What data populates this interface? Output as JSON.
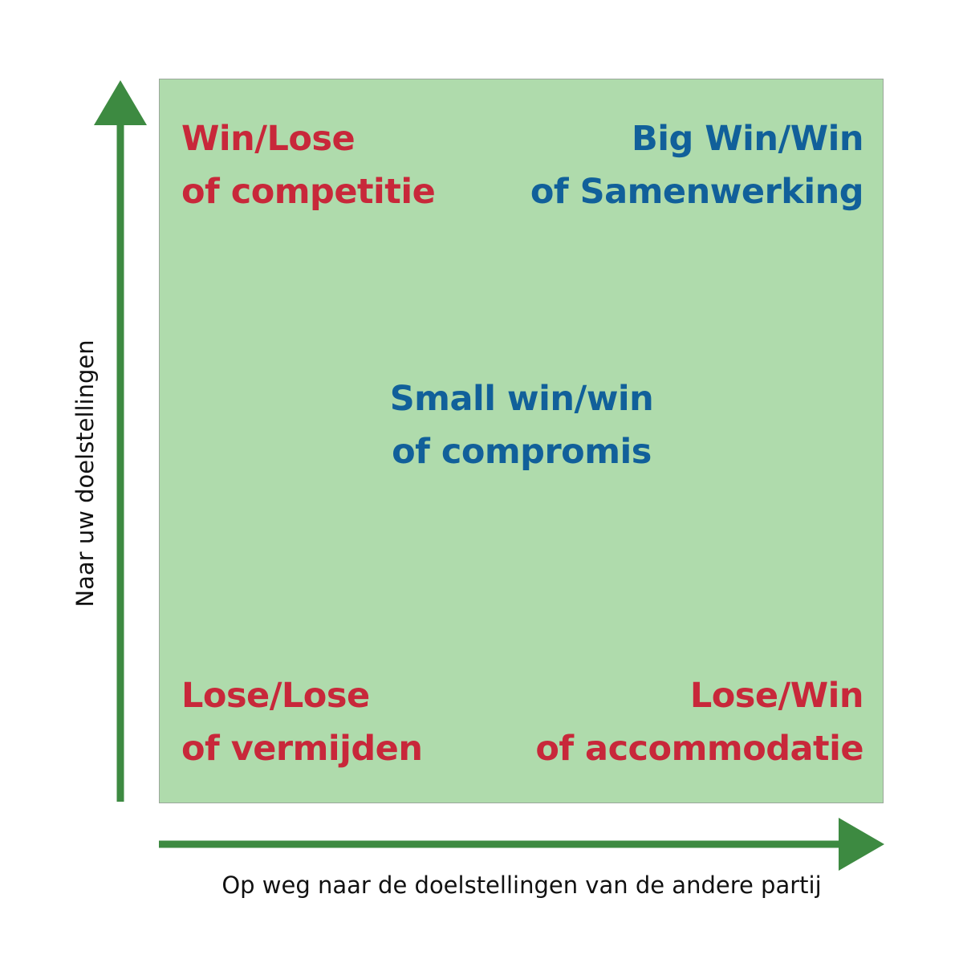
{
  "colors": {
    "background": "#ffffff",
    "quadrant_fill": "#afdbac",
    "arrow": "#3d8a41",
    "lose_red": "#c8283a",
    "win_blue": "#11609a",
    "axis_text": "#111111"
  },
  "quadrants": {
    "top_left": {
      "line1": "Win/Lose",
      "line2": "of competitie",
      "color": "#c8283a"
    },
    "top_right": {
      "line1": "Big Win/Win",
      "line2": "of Samenwerking",
      "color": "#11609a"
    },
    "center": {
      "line1": "Small win/win",
      "line2": "of compromis",
      "color": "#11609a"
    },
    "bottom_left": {
      "line1": "Lose/Lose",
      "line2": "of vermijden",
      "color": "#c8283a"
    },
    "bottom_right": {
      "line1": "Lose/Win",
      "line2": "of accommodatie",
      "color": "#c8283a"
    }
  },
  "axes": {
    "y_label": "Naar uw doelstellingen",
    "x_label": "Op weg naar de doelstellingen van de andere partij"
  }
}
